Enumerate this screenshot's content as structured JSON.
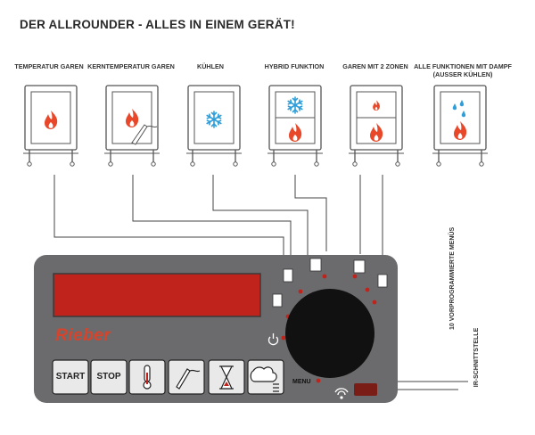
{
  "title": "DER ALLROUNDER - ALLES IN EINEM GERÄT!",
  "modes": [
    {
      "label": "TEMPERATUR GAREN",
      "icon": "flame-icon"
    },
    {
      "label": "KERNTEMPERATUR GAREN",
      "icon": "flame-probe-icon"
    },
    {
      "label": "KÜHLEN",
      "icon": "snowflake-icon"
    },
    {
      "label": "HYBRID FUNKTION",
      "icon": "snowflake-flame-icon"
    },
    {
      "label": "GAREN MIT 2 ZONEN",
      "icon": "two-zone-flame-icon"
    },
    {
      "label": "ALLE FUNKTIONEN MIT DAMPF (AUSSER KÜHLEN)",
      "icon": "steam-flame-icon"
    }
  ],
  "panel": {
    "brand": "Rieber",
    "menu_label": "MENU",
    "buttons": [
      {
        "label": "START",
        "icon": ""
      },
      {
        "label": "STOP",
        "icon": ""
      },
      {
        "label": "",
        "icon": "thermometer-icon"
      },
      {
        "label": "",
        "icon": "probe-icon"
      },
      {
        "label": "",
        "icon": "hourglass-icon"
      },
      {
        "label": "",
        "icon": "steam-icon"
      }
    ]
  },
  "annotations": {
    "programs": "10 VORPROGRAMMIERTE MENÜS",
    "ir": "IR-SCHNITTSTELLE"
  },
  "colors": {
    "flame": "#e8472a",
    "snow": "#2f9ed8",
    "panel": "#6b6b6d",
    "display": "#c0231b"
  }
}
